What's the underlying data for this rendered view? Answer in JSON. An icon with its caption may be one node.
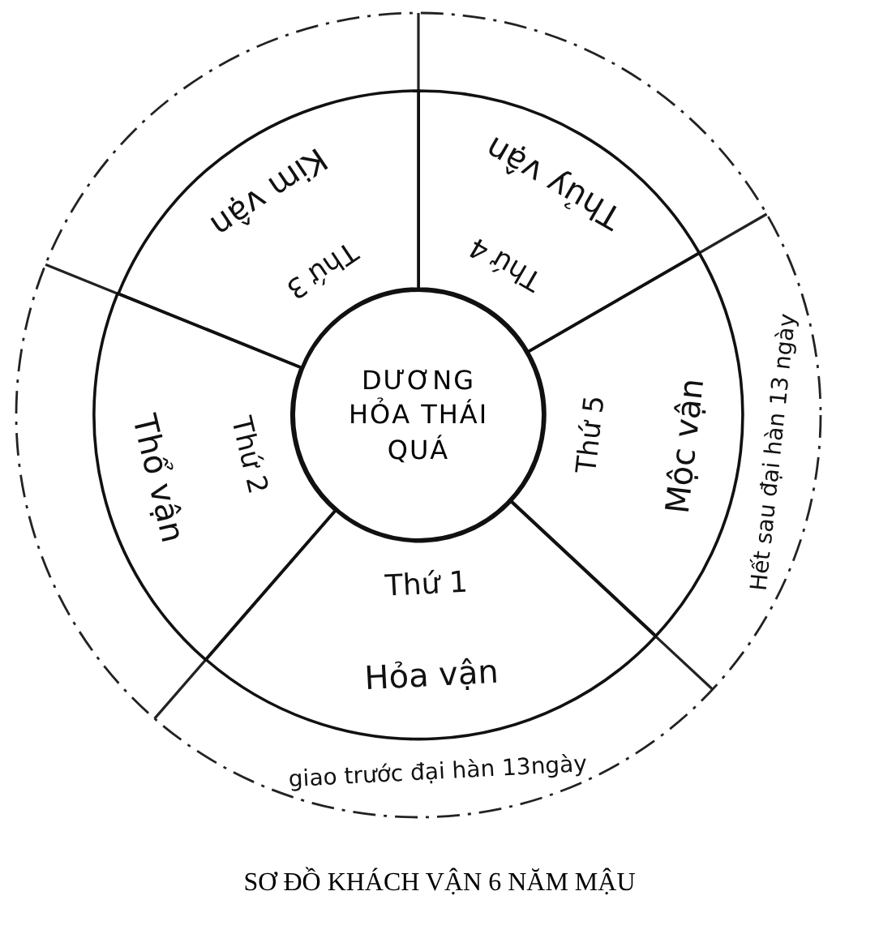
{
  "diagram": {
    "caption": "SƠ ĐỒ KHÁCH VẬN 6 NĂM MẬU",
    "nodes": [
      {
        "text": [
          "Kim vận",
          "Thứ 3"
        ]
      },
      {
        "text": [
          "Thủy vận",
          "Thứ 4"
        ]
      },
      {
        "text": [
          "Thổ vận",
          "Thứ 2"
        ]
      },
      {
        "text": [
          "DƯƠNG HỎA THÁI QUÁ"
        ]
      },
      {
        "text": [
          "Mộc vận",
          "Thứ 5"
        ]
      },
      {
        "text": [
          "Thứ 1",
          "Hỏa vận"
        ]
      }
    ],
    "labels": [
      "Hết sau đại hàn 13 ngày",
      "giao trước đại hàn 13ngày"
    ]
  }
}
